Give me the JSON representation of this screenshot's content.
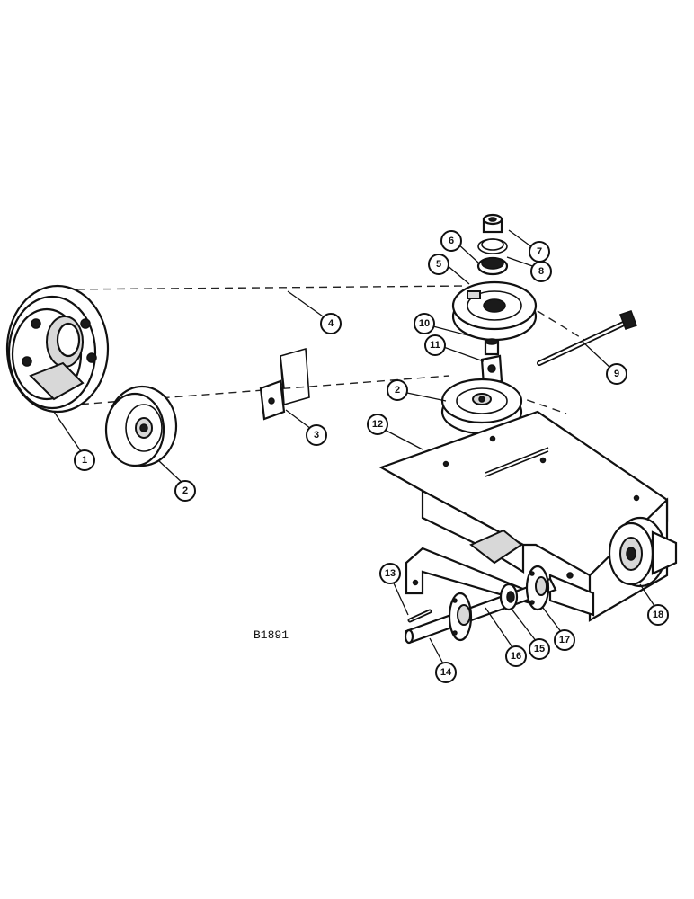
{
  "figure": {
    "code": "B1891"
  },
  "callouts": {
    "c1": "1",
    "c2a": "2",
    "c2b": "2",
    "c3": "3",
    "c4": "4",
    "c5": "5",
    "c6": "6",
    "c7": "7",
    "c8": "8",
    "c9": "9",
    "c10": "10",
    "c11": "11",
    "c12": "12",
    "c13": "13",
    "c14": "14",
    "c15": "15",
    "c16": "16",
    "c17": "17",
    "c18": "18"
  },
  "colors": {
    "ink": "#111111",
    "paper": "#ffffff"
  }
}
